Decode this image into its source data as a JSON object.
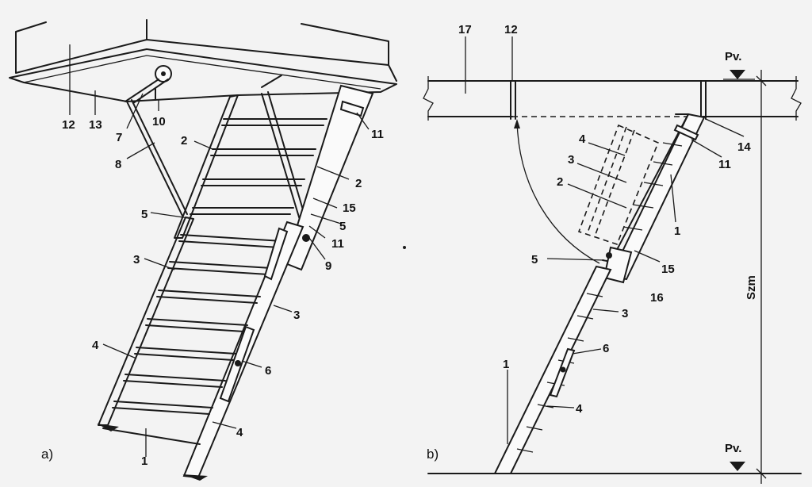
{
  "panel_a": {
    "caption": "a)",
    "labels": {
      "l12": "12",
      "l13": "13",
      "l7": "7",
      "l10": "10",
      "l8": "8",
      "l2a": "2",
      "l2b": "2",
      "l11": "11",
      "l15": "15",
      "l5a": "5",
      "l5b": "5",
      "l11b": "11",
      "l9": "9",
      "l3a": "3",
      "l3b": "3",
      "l4a": "4",
      "l4b": "4",
      "l6": "6",
      "l1": "1"
    }
  },
  "panel_b": {
    "caption": "b)",
    "labels": {
      "l17": "17",
      "l12": "12",
      "lPv1": "Pv.",
      "l4": "4",
      "l3": "3",
      "l2": "2",
      "l14": "14",
      "l11": "11",
      "l1a": "1",
      "l5": "5",
      "l15": "15",
      "l16": "16",
      "l3b": "3",
      "l6": "6",
      "l4b": "4",
      "l1b": "1",
      "lPv2": "Pv.",
      "lSzm": "Szm"
    }
  }
}
